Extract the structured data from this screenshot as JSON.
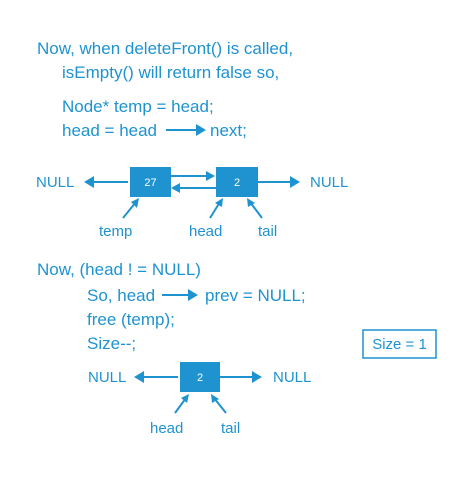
{
  "colors": {
    "accent": "#1e93d0",
    "background": "#ffffff",
    "node_text": "#ffffff"
  },
  "intro": {
    "line1": "Now,  when deleteFront()  is called,",
    "line2": "isEmpty()  will return false so,"
  },
  "code1": {
    "line1": "Node* temp = head;",
    "line2_left": "head = head",
    "line2_right": "next;"
  },
  "diagram1": {
    "null_left": "NULL",
    "null_right": "NULL",
    "node1_value": "27",
    "node2_value": "2",
    "label_temp": "temp",
    "label_head": "head",
    "label_tail": "tail"
  },
  "condition": {
    "text": "Now,  (head ! = NULL)"
  },
  "code2": {
    "line1_left": "So,  head",
    "line1_right": "prev = NULL;",
    "line2": "free (temp);",
    "line3": "Size--;"
  },
  "size_box": {
    "text": "Size = 1"
  },
  "diagram2": {
    "null_left": "NULL",
    "null_right": "NULL",
    "node_value": "2",
    "label_head": "head",
    "label_tail": "tail"
  }
}
